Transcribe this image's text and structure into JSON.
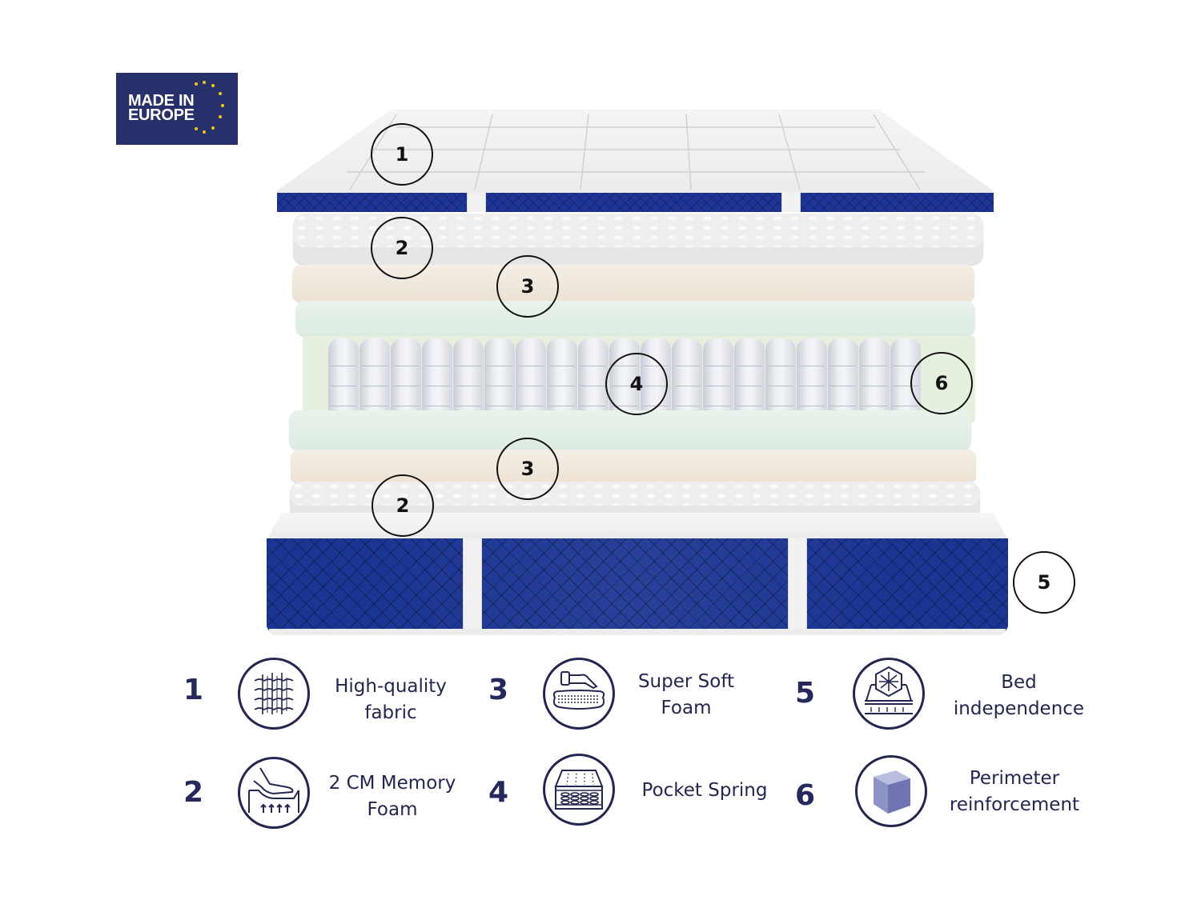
{
  "badge": {
    "line1": "MADE IN",
    "line2": "EUROPE",
    "background_color": "#28306b",
    "star_color": "#f5c518"
  },
  "diagram": {
    "layers": [
      {
        "id": "topper",
        "callout": "1",
        "colors": {
          "top": "#f0f0f0",
          "band": "#1c3596"
        }
      },
      {
        "id": "memory-foam-top",
        "callout": "2",
        "color": "#eeeeee"
      },
      {
        "id": "soft-foam-top",
        "callout": "3",
        "color": "#efe7db"
      },
      {
        "id": "green-foam-top",
        "callout": "",
        "color": "#e2efe6"
      },
      {
        "id": "pocket-springs",
        "callout": "4",
        "spring_count": 19
      },
      {
        "id": "perimeter",
        "callout": "6",
        "color": "#e6f0de"
      },
      {
        "id": "green-foam-bottom",
        "callout": "",
        "color": "#e2efe6"
      },
      {
        "id": "soft-foam-bottom",
        "callout": "3",
        "color": "#efe7db"
      },
      {
        "id": "memory-foam-bottom",
        "callout": "2",
        "color": "#eeeeee"
      },
      {
        "id": "base",
        "callout": "5",
        "colors": {
          "top": "#f0f0f0",
          "band": "#1b3593"
        }
      }
    ],
    "callouts": {
      "c1": "1",
      "c2a": "2",
      "c3a": "3",
      "c4": "4",
      "c6": "6",
      "c3b": "3",
      "c2b": "2",
      "c5": "5"
    }
  },
  "legend": {
    "text_color": "#23264f",
    "items": [
      {
        "number": "1",
        "icon": "fabric-weave-icon",
        "line1": "High-quality",
        "line2": "fabric"
      },
      {
        "number": "2",
        "icon": "memory-foam-hand-icon",
        "line1": "2 CM Memory",
        "line2": "Foam"
      },
      {
        "number": "3",
        "icon": "soft-foam-hand-icon",
        "line1": "Super Soft",
        "line2": "Foam"
      },
      {
        "number": "4",
        "icon": "pocket-spring-icon",
        "line1": "Pocket Spring",
        "line2": ""
      },
      {
        "number": "5",
        "icon": "bed-independence-icon",
        "line1": "Bed",
        "line2": "independence"
      },
      {
        "number": "6",
        "icon": "cube-icon",
        "line1": "Perimeter",
        "line2": "reinforcement"
      }
    ]
  }
}
